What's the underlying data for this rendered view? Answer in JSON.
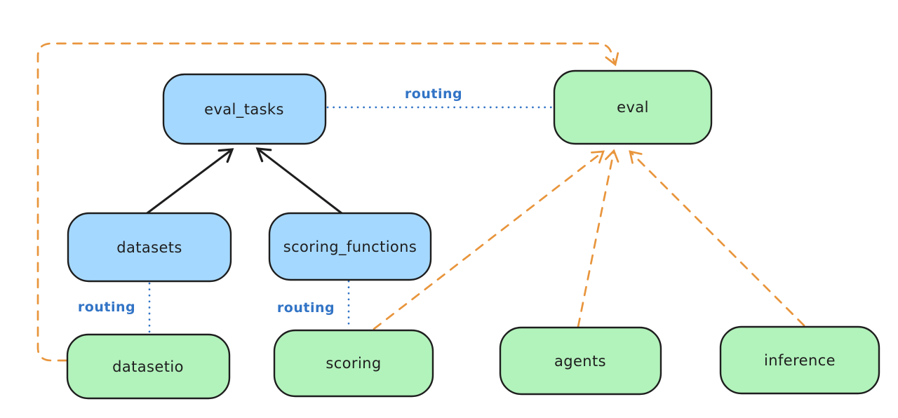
{
  "diagram": {
    "type": "architecture-graph",
    "colors": {
      "background": "#ffffff",
      "node_blue_fill": "#a5d8ff",
      "node_green_fill": "#b2f2bb",
      "node_stroke": "#1e1e1e",
      "arrow_black": "#1e1e1e",
      "arrow_orange": "#e8953c",
      "routing_blue": "#3274c6"
    },
    "nodes": [
      {
        "id": "eval_tasks",
        "label": "eval_tasks",
        "color": "blue"
      },
      {
        "id": "eval",
        "label": "eval",
        "color": "green"
      },
      {
        "id": "datasets",
        "label": "datasets",
        "color": "blue"
      },
      {
        "id": "scoring_functions",
        "label": "scoring_functions",
        "color": "blue"
      },
      {
        "id": "datasetio",
        "label": "datasetio",
        "color": "green"
      },
      {
        "id": "scoring",
        "label": "scoring",
        "color": "green"
      },
      {
        "id": "agents",
        "label": "agents",
        "color": "green"
      },
      {
        "id": "inference",
        "label": "inference",
        "color": "green"
      }
    ],
    "edges": [
      {
        "from": "datasets",
        "to": "eval_tasks",
        "style": "solid-black-arrow",
        "label": ""
      },
      {
        "from": "scoring_functions",
        "to": "eval_tasks",
        "style": "solid-black-arrow",
        "label": ""
      },
      {
        "from": "eval_tasks",
        "to": "eval",
        "style": "dotted-blue",
        "label": "routing"
      },
      {
        "from": "datasets",
        "to": "datasetio",
        "style": "dotted-blue",
        "label": "routing"
      },
      {
        "from": "scoring_functions",
        "to": "scoring",
        "style": "dotted-blue",
        "label": "routing"
      },
      {
        "from": "datasetio",
        "to": "eval",
        "style": "dashed-orange-arrow",
        "label": ""
      },
      {
        "from": "scoring",
        "to": "eval",
        "style": "dashed-orange-arrow",
        "label": ""
      },
      {
        "from": "agents",
        "to": "eval",
        "style": "dashed-orange-arrow",
        "label": ""
      },
      {
        "from": "inference",
        "to": "eval",
        "style": "dashed-orange-arrow",
        "label": ""
      }
    ]
  }
}
